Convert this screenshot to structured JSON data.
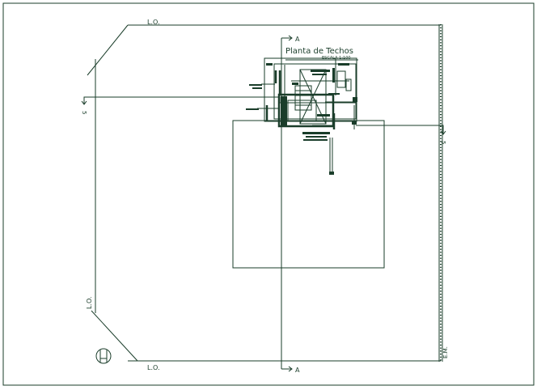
{
  "drawing": {
    "title": "Planta de Techos",
    "scale_text": "ESCALA 1:100",
    "boundary_label": "L.O.",
    "section_a_label": "A",
    "section_b_label": "5",
    "property_edge_label": "E.M."
  },
  "colors": {
    "line": "#1a3d2a",
    "background": "#ffffff"
  }
}
